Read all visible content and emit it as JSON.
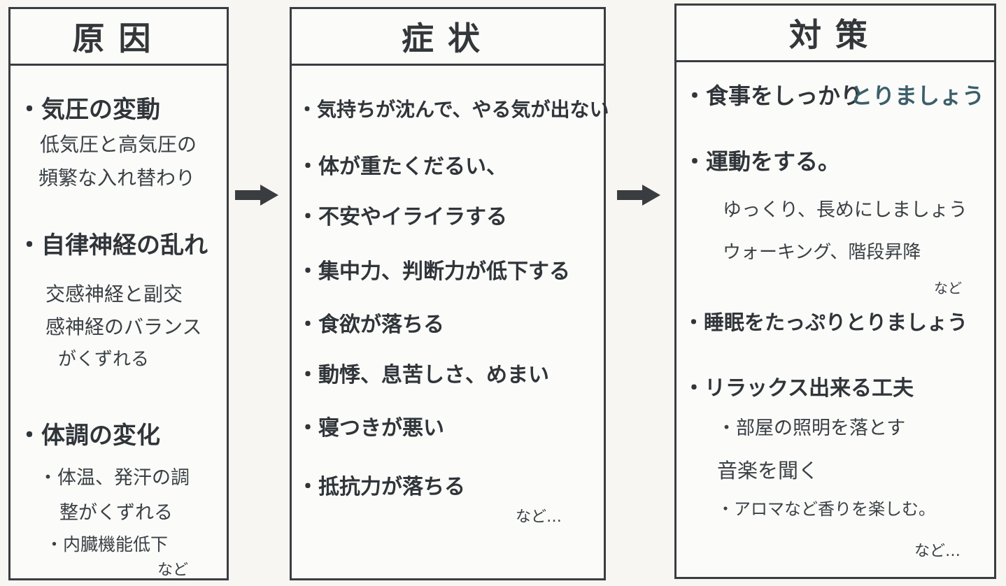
{
  "cause": {
    "title": "原因",
    "items": [
      "・気圧の変動",
      "低気圧と高気圧の",
      "頻繁な入れ替わり",
      "・自律神経の乱れ",
      "交感神経と副交",
      "感神経のバランス",
      "がくずれる",
      "・体調の変化",
      "・体温、発汗の調",
      "整がくずれる",
      "・内臓機能低下",
      "など"
    ]
  },
  "symptom": {
    "title": "症状",
    "items": [
      "・気持ちが沈んで、やる気が出ない",
      "・体が重たくだるい、",
      "・不安やイライラする",
      "・集中力、判断力が低下する",
      "・食欲が落ちる",
      "・動悸、息苦しさ、めまい",
      "・寝つきが悪い",
      "・抵抗力が落ちる",
      "など…"
    ]
  },
  "measure": {
    "title": "対策",
    "items": [
      "・食事をしっかり",
      "とりましょう",
      "・運動をする。",
      "ゆっくり、長めにしましょう",
      "ウォーキング、階段昇降",
      "など",
      "・睡眠をたっぷりとりましょう",
      "・リラックス出来る工夫",
      "・部屋の照明を落とす",
      "音楽を聞く",
      "・アロマなど香りを楽しむ。",
      "など…"
    ]
  }
}
